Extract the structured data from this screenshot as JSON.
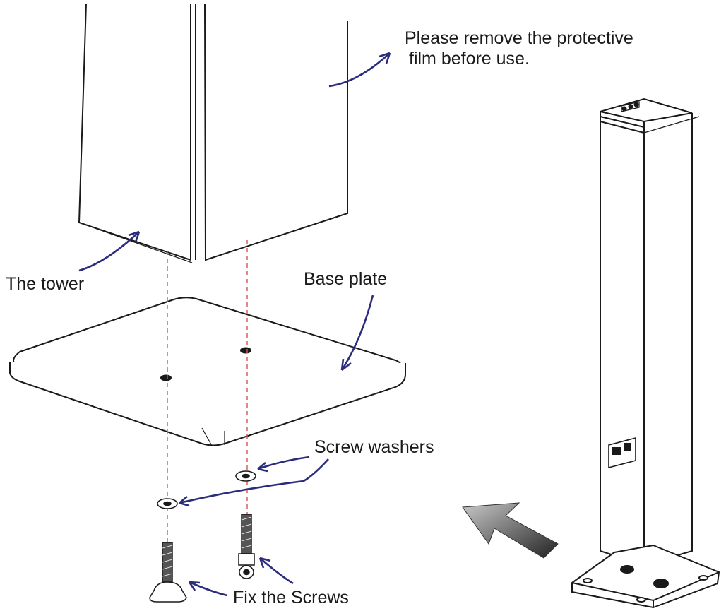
{
  "labels": {
    "film_line1": "Please remove the protective",
    "film_line2": "film before use.",
    "tower": "The tower",
    "base_plate": "Base plate",
    "screw_washers": "Screw washers",
    "fix_screws": "Fix the Screws"
  },
  "colors": {
    "line": "#1a1a1a",
    "pointer": "#2b2d7c",
    "guide": "#d9534f",
    "direction_arrow_dark": "#2a2a2a",
    "direction_arrow_light": "#bdbdbd"
  }
}
